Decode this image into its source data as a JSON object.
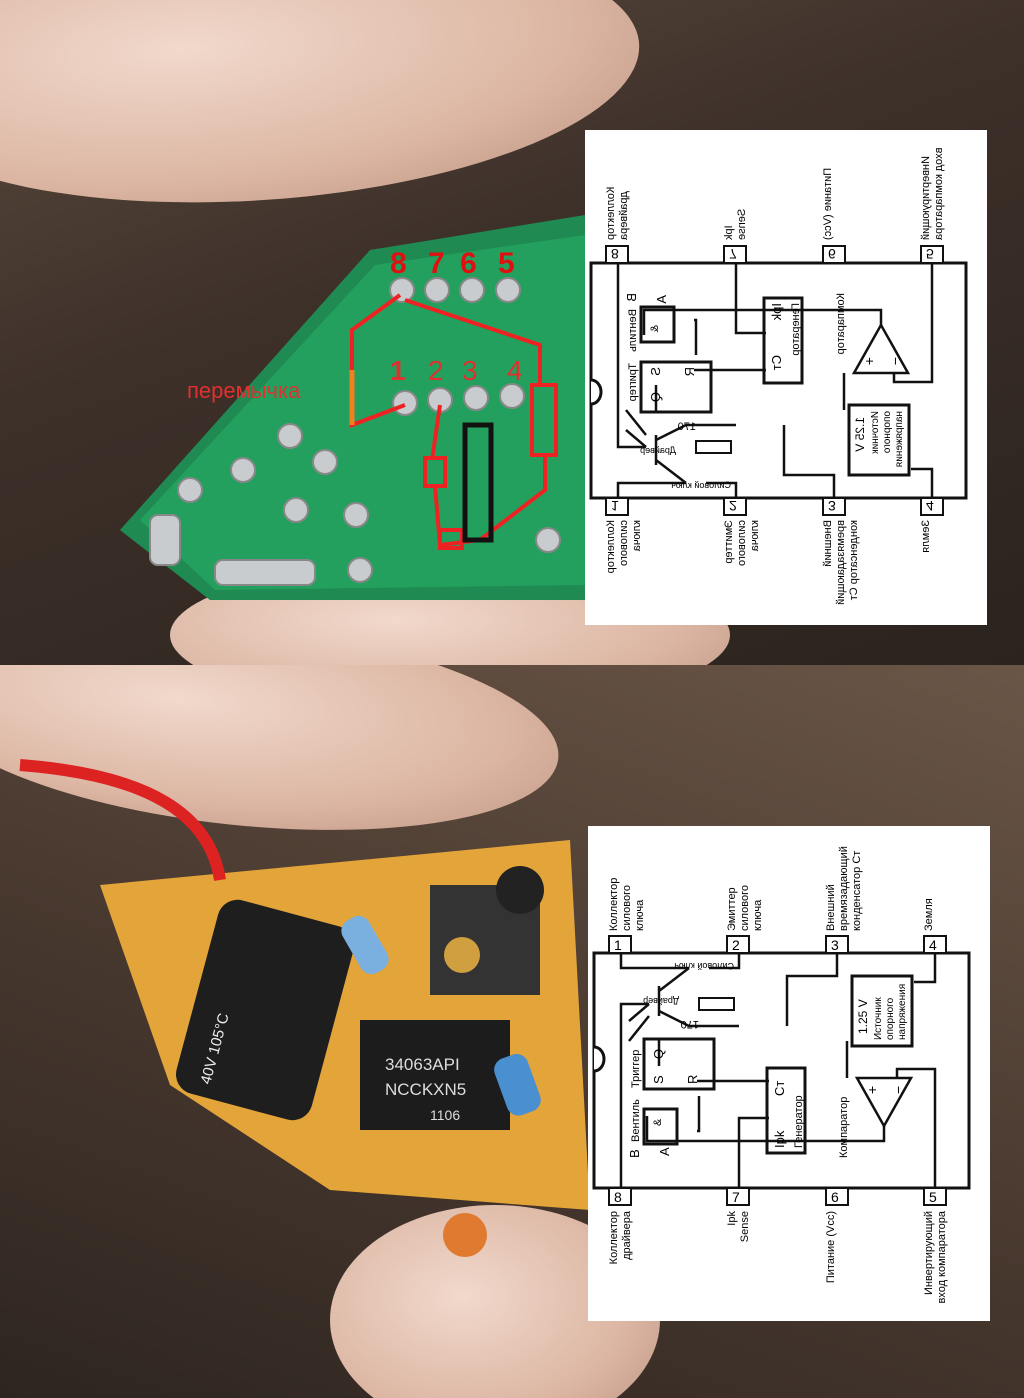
{
  "top_photo": {
    "pin_numbers_top": [
      "8",
      "7",
      "6",
      "5"
    ],
    "pin_numbers_bottom": [
      "1",
      "2",
      "3",
      "4"
    ],
    "jumper_label": "перемычка"
  },
  "bottom_photo": {
    "chip_marking": [
      "34063API",
      "NCCKXN5",
      "1106"
    ],
    "capacitor_marking": "40V 105°C"
  },
  "diagram": {
    "pins": {
      "p1": {
        "num": "1",
        "label": [
          "Коллектор",
          "силового",
          "ключа"
        ]
      },
      "p2": {
        "num": "2",
        "label": [
          "Эмиттер",
          "силового",
          "ключа"
        ]
      },
      "p3": {
        "num": "3",
        "label": [
          "Внешний",
          "времязадающий",
          "конденсатор Cт"
        ]
      },
      "p4": {
        "num": "4",
        "label": [
          "Земля"
        ]
      },
      "p8": {
        "num": "8",
        "label": [
          "Коллектор",
          "драйвера"
        ]
      },
      "p7": {
        "num": "7",
        "label": [
          "Ipk",
          "Sense"
        ]
      },
      "p6": {
        "num": "6",
        "label": [
          "Питание (Vcc)"
        ]
      },
      "p5": {
        "num": "5",
        "label": [
          "Инвертирующий",
          "вход компаратора"
        ]
      }
    },
    "blocks": {
      "power_switch": "Силовой ключ",
      "driver": "Драйвер",
      "resistor": "170",
      "trigger": "Триггер",
      "gate": "Вентиль",
      "gate_and": "&",
      "s": "S",
      "q": "Q",
      "r": "R",
      "a": "A",
      "b": "B",
      "ct": "Cт",
      "ipk": "Ipk",
      "generator": "Генератор",
      "comparator": "Компаратор",
      "plus": "+",
      "minus": "−",
      "ref_voltage": "1.25 V",
      "ref_label": [
        "Источник",
        "опорного",
        "напряжения"
      ]
    }
  }
}
